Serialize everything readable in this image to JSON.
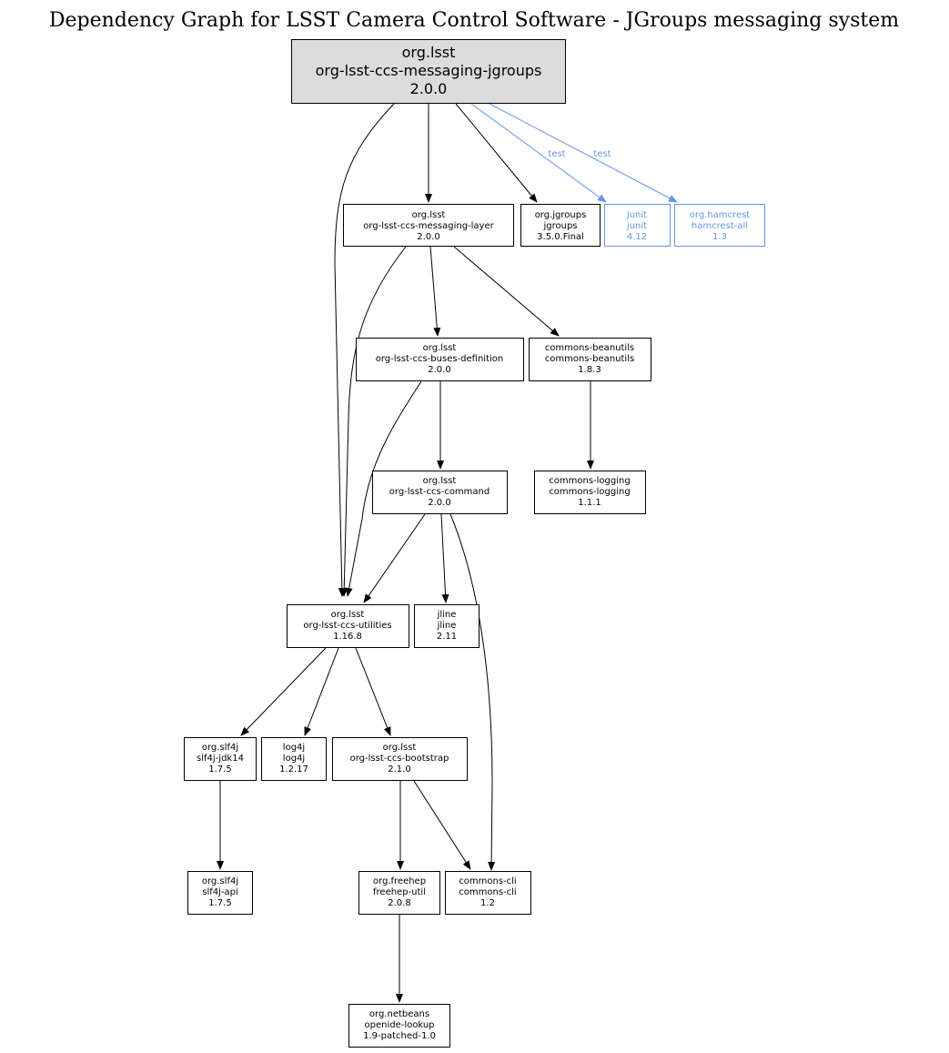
{
  "title": "Dependency Graph for LSST Camera Control Software - JGroups messaging system",
  "colors": {
    "default": "#000000",
    "test": "#6495ed",
    "root_fill": "#dcdcdc"
  },
  "nodes": {
    "root": [
      "org.lsst",
      "org-lsst-ccs-messaging-jgroups",
      "2.0.0"
    ],
    "messaging_layer": [
      "org.lsst",
      "org-lsst-ccs-messaging-layer",
      "2.0.0"
    ],
    "jgroups": [
      "org.jgroups",
      "jgroups",
      "3.5.0.Final"
    ],
    "junit": [
      "junit",
      "junit",
      "4.12"
    ],
    "hamcrest": [
      "org.hamcrest",
      "hamcrest-all",
      "1.3"
    ],
    "buses_definition": [
      "org.lsst",
      "org-lsst-ccs-buses-definition",
      "2.0.0"
    ],
    "beanutils": [
      "commons-beanutils",
      "commons-beanutils",
      "1.8.3"
    ],
    "command": [
      "org.lsst",
      "org-lsst-ccs-command",
      "2.0.0"
    ],
    "logging": [
      "commons-logging",
      "commons-logging",
      "1.1.1"
    ],
    "utilities": [
      "org.lsst",
      "org-lsst-ccs-utilities",
      "1.16.8"
    ],
    "jline": [
      "jline",
      "jline",
      "2.11"
    ],
    "slf4j_jdk14": [
      "org.slf4j",
      "slf4j-jdk14",
      "1.7.5"
    ],
    "log4j": [
      "log4j",
      "log4j",
      "1.2.17"
    ],
    "bootstrap": [
      "org.lsst",
      "org-lsst-ccs-bootstrap",
      "2.1.0"
    ],
    "slf4j_api": [
      "org.slf4j",
      "slf4j-api",
      "1.7.5"
    ],
    "freehep_util": [
      "org.freehep",
      "freehep-util",
      "2.0.8"
    ],
    "commons_cli": [
      "commons-cli",
      "commons-cli",
      "1.2"
    ],
    "openide_lookup": [
      "org.netbeans",
      "openide-lookup",
      "1.9-patched-1.0"
    ]
  },
  "edges": [
    {
      "from": "root",
      "to": "utilities",
      "scope": "compile"
    },
    {
      "from": "root",
      "to": "messaging_layer",
      "scope": "compile"
    },
    {
      "from": "root",
      "to": "jgroups",
      "scope": "compile"
    },
    {
      "from": "root",
      "to": "junit",
      "scope": "test",
      "label": "test"
    },
    {
      "from": "root",
      "to": "hamcrest",
      "scope": "test",
      "label": "test"
    },
    {
      "from": "messaging_layer",
      "to": "utilities",
      "scope": "compile"
    },
    {
      "from": "messaging_layer",
      "to": "buses_definition",
      "scope": "compile"
    },
    {
      "from": "messaging_layer",
      "to": "beanutils",
      "scope": "compile"
    },
    {
      "from": "buses_definition",
      "to": "utilities",
      "scope": "compile"
    },
    {
      "from": "buses_definition",
      "to": "command",
      "scope": "compile"
    },
    {
      "from": "beanutils",
      "to": "logging",
      "scope": "compile"
    },
    {
      "from": "command",
      "to": "utilities",
      "scope": "compile"
    },
    {
      "from": "command",
      "to": "jline",
      "scope": "compile"
    },
    {
      "from": "command",
      "to": "commons_cli",
      "scope": "compile"
    },
    {
      "from": "utilities",
      "to": "slf4j_jdk14",
      "scope": "compile"
    },
    {
      "from": "utilities",
      "to": "log4j",
      "scope": "compile"
    },
    {
      "from": "utilities",
      "to": "bootstrap",
      "scope": "compile"
    },
    {
      "from": "slf4j_jdk14",
      "to": "slf4j_api",
      "scope": "compile"
    },
    {
      "from": "bootstrap",
      "to": "freehep_util",
      "scope": "compile"
    },
    {
      "from": "bootstrap",
      "to": "commons_cli",
      "scope": "compile"
    },
    {
      "from": "freehep_util",
      "to": "openide_lookup",
      "scope": "compile"
    }
  ]
}
